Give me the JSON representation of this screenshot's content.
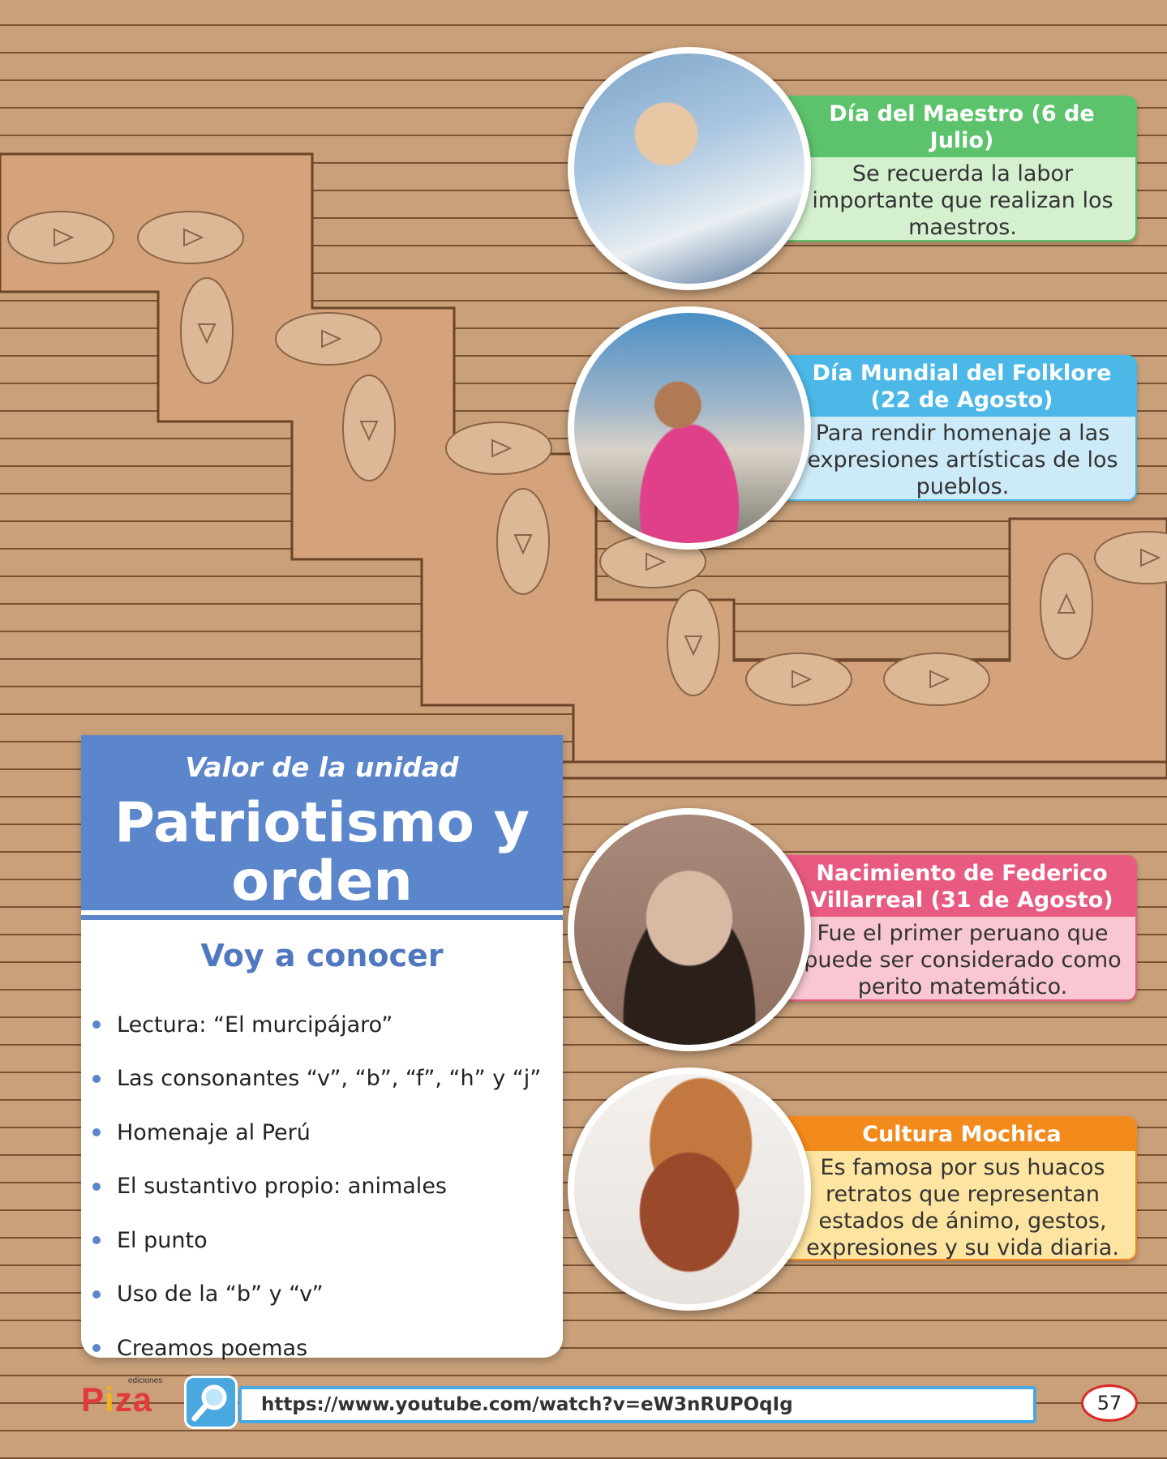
{
  "colors": {
    "wood_bg": "#c9a07a",
    "green": "#5cc26b",
    "green_light": "#d4f0cf",
    "blue": "#4cb8e8",
    "blue_light": "#cdeaf8",
    "pink": "#e85a80",
    "pink_light": "#f9c7d2",
    "orange": "#f28a1c",
    "orange_light": "#fde4a0",
    "panel_blue": "#5b86cc"
  },
  "events": [
    {
      "title": "Día del Maestro (6 de Julio)",
      "text": "Se recuerda la labor importante que realizan los maestros.",
      "image": "teacher-with-students-photo"
    },
    {
      "title": "Día Mundial del Folklore (22 de Agosto)",
      "text": "Para rendir homenaje a las expresiones artísticas de los pueblos.",
      "image": "girl-folk-dance-photo"
    },
    {
      "title": "Nacimiento de Federico Villarreal (31 de Agosto)",
      "text": "Fue el primer peruano que puede ser considerado como perito matemático.",
      "image": "federico-villarreal-portrait"
    },
    {
      "title": "Cultura Mochica",
      "text": "Es famosa por sus huacos retratos que representan estados de ánimo, gestos, expresiones y su vida diaria.",
      "image": "mochica-huaco-portrait"
    }
  ],
  "panel": {
    "kicker": "Valor de la unidad",
    "title": "Patriotismo y orden",
    "subtitle": "Voy a conocer",
    "items": [
      "Lectura: “El murcipájaro”",
      "Las consonantes “v”, “b”, “f”, “h” y “j”",
      "Homenaje al Perú",
      "El sustantivo propio: animales",
      "El punto",
      "Uso de la “b” y “v”",
      "Creamos poemas"
    ]
  },
  "footer": {
    "logo_small": "ediciones",
    "logo_p": "P",
    "logo_i": "i",
    "logo_za": "za",
    "url": "https://www.youtube.com/watch?v=eW3nRUPOqIg",
    "page_number": "57"
  }
}
